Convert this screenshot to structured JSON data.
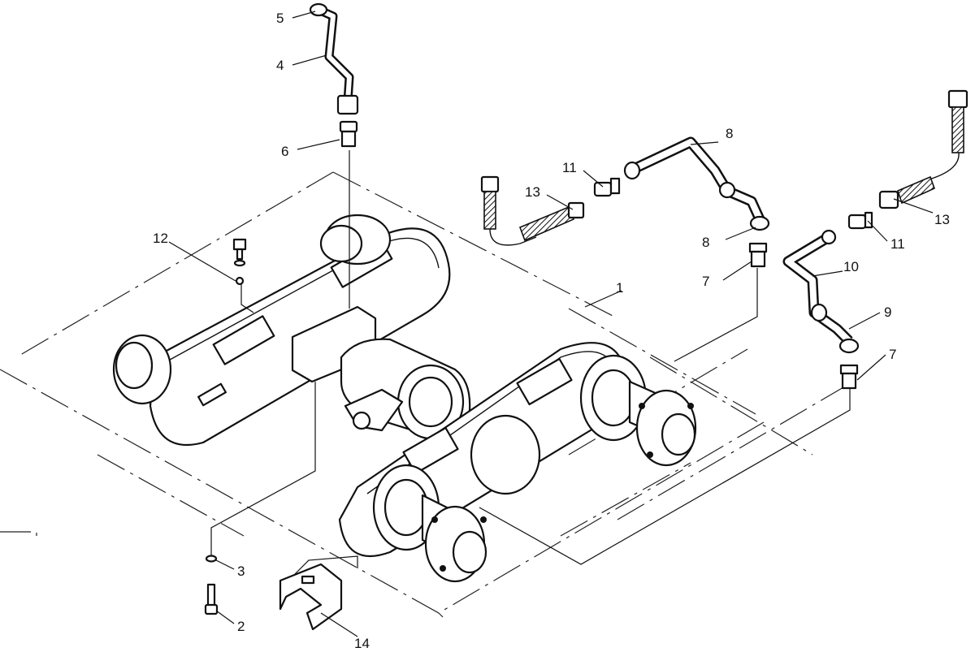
{
  "callouts": [
    {
      "id": "c1",
      "text": "1"
    },
    {
      "id": "c2",
      "text": "2"
    },
    {
      "id": "c3",
      "text": "3"
    },
    {
      "id": "c4",
      "text": "4"
    },
    {
      "id": "c5",
      "text": "5"
    },
    {
      "id": "c6",
      "text": "6"
    },
    {
      "id": "c7a",
      "text": "7"
    },
    {
      "id": "c7b",
      "text": "7"
    },
    {
      "id": "c8a",
      "text": "8"
    },
    {
      "id": "c8b",
      "text": "8"
    },
    {
      "id": "c9",
      "text": "9"
    },
    {
      "id": "c10",
      "text": "10"
    },
    {
      "id": "c11a",
      "text": "11"
    },
    {
      "id": "c11b",
      "text": "11"
    },
    {
      "id": "c12",
      "text": "12"
    },
    {
      "id": "c13a",
      "text": "13"
    },
    {
      "id": "c13b",
      "text": "13"
    },
    {
      "id": "c14",
      "text": "14"
    }
  ]
}
